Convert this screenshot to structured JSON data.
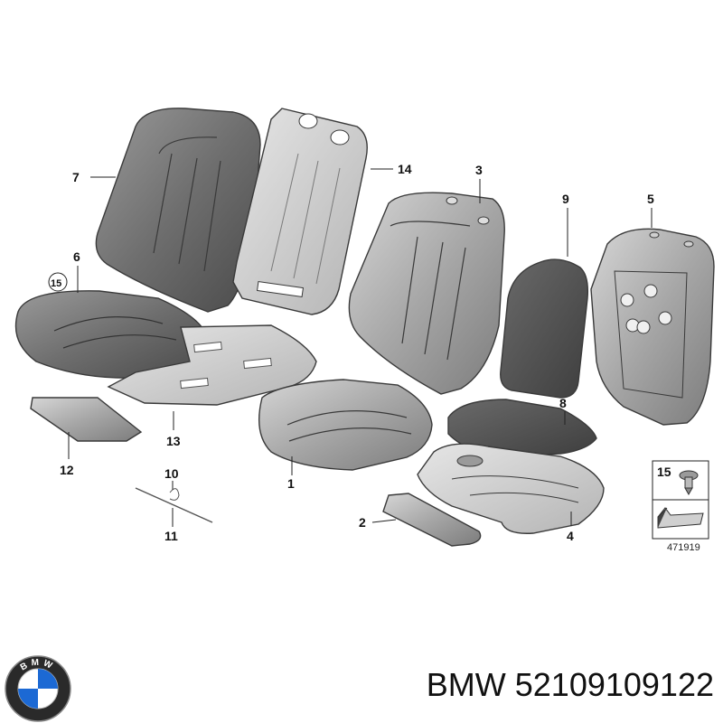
{
  "diagram": {
    "callouts": {
      "part_1": "1",
      "part_2": "2",
      "part_3": "3",
      "part_4": "4",
      "part_5": "5",
      "part_6": "6",
      "part_7": "7",
      "part_8": "8",
      "part_9": "9",
      "part_10": "10",
      "part_11": "11",
      "part_12": "12",
      "part_13": "13",
      "part_14": "14",
      "part_15_circled": "15",
      "legend_15": "15"
    },
    "catalog_number": "471919"
  },
  "footer": {
    "logo_letters": "BMW",
    "caption": "BMW 52109109122"
  },
  "colors": {
    "part_dark": "#5a5a5a",
    "part_mid": "#8c8c8c",
    "part_light": "#c9c9c9",
    "line": "#222222",
    "logo_blue": "#1c69d4"
  }
}
